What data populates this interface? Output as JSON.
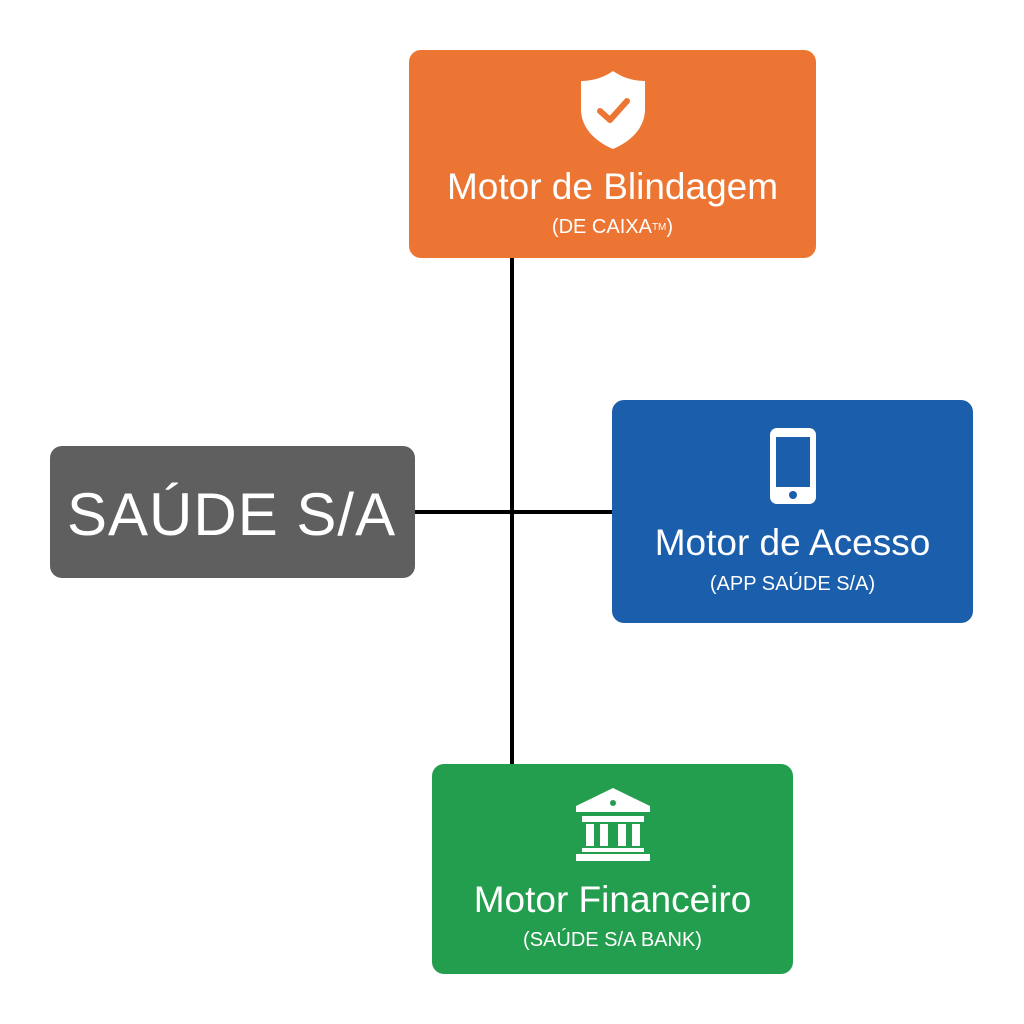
{
  "colors": {
    "main": "#5f5f5f",
    "blindagem": "#ec7533",
    "acesso": "#1b5eac",
    "financeiro": "#239d4e",
    "connector": "#000000"
  },
  "main_node": {
    "label": "SAÚDE S/A"
  },
  "blindagem": {
    "icon": "shield-check-icon",
    "title": "Motor de Blindagem",
    "subtitle_open": "(DE CAIXA",
    "subtitle_tm": "TM",
    "subtitle_close": ")"
  },
  "acesso": {
    "icon": "smartphone-icon",
    "title": "Motor de Acesso",
    "subtitle": "(APP SAÚDE S/A)"
  },
  "financeiro": {
    "icon": "bank-icon",
    "title": "Motor Financeiro",
    "subtitle": "(SAÚDE S/A BANK)"
  }
}
